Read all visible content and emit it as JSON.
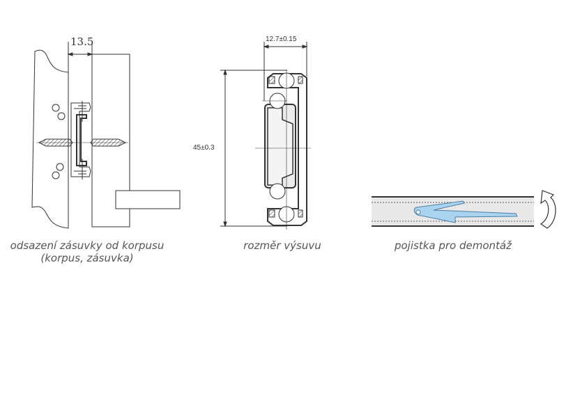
{
  "figures": [
    {
      "id": "offset",
      "dimension_label": "13.5",
      "caption_line1": "odsazení zásuvky od korpusu",
      "caption_line2": "(korpus, zásuvka)"
    },
    {
      "id": "slide-size",
      "width_label": "12.7±0.15",
      "height_label": "45±0.3",
      "caption": "rozměr výsuvu"
    },
    {
      "id": "lock",
      "caption": "pojistka pro demontáž",
      "lever_color": "#a9d3ef",
      "rail_fill": "#e8e8e8"
    }
  ]
}
